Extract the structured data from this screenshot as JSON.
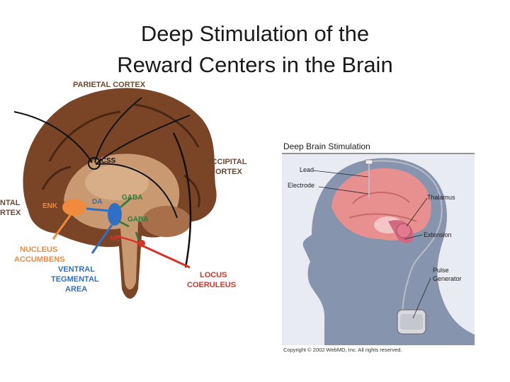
{
  "slide": {
    "title_line1": "Deep Stimulation of the",
    "title_line2": "Reward Centers in the Brain"
  },
  "brain_diagram": {
    "labels": {
      "parietal_cortex": "PARIETAL CORTEX",
      "icss": "ICSS",
      "occipital_line1": "OCCIPITAL",
      "occipital_line2": "CORTEX",
      "frontal_line1": "NTAL",
      "frontal_line2": "RTEX",
      "enk": "ENK",
      "da": "DA",
      "gaba_top": "GABA",
      "gaba_bottom": "GABA",
      "ne": "NE",
      "nucleus_line1": "NUCLEUS",
      "nucleus_line2": "ACCUMBENS",
      "ventral_line1": "VENTRAL",
      "ventral_line2": "TEGMENTAL",
      "ventral_line3": "AREA",
      "locus_line1": "LOCUS",
      "locus_line2": "COERULEUS"
    },
    "colors": {
      "cortex": "#7a4526",
      "inner": "#c99a72",
      "orange": "#f08a3c",
      "blue": "#2f6fc4",
      "red": "#d8332b",
      "green": "#2f7a3a"
    }
  },
  "dbs_diagram": {
    "title": "Deep Brain Stimulation",
    "labels": {
      "lead": "Lead",
      "electrode": "Electrode",
      "thalamus": "Thalamus",
      "extension": "Extension",
      "pulse_line1": "Pulse",
      "pulse_line2": "Generator"
    },
    "copyright": "Copyright © 2002 WebMD, Inc. All rights reserved.",
    "colors": {
      "head": "#8794ad",
      "background": "#e9ebf2",
      "brain": "#e89090"
    }
  }
}
